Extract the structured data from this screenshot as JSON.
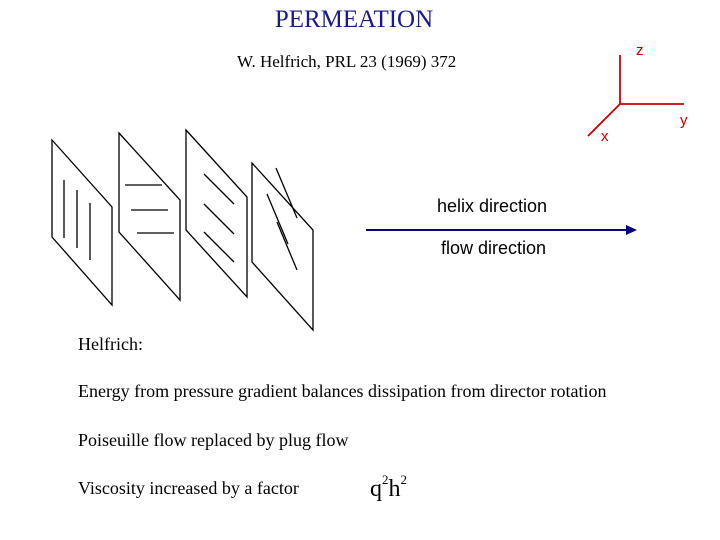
{
  "title": "PERMEATION",
  "citation": "W. Helfrich, PRL 23 (1969) 372",
  "axes": {
    "z": "z",
    "y": "y",
    "x": "x",
    "color": "#cc0000"
  },
  "helix_label": "helix direction",
  "flow_label": "flow direction",
  "body": {
    "heading": "Helfrich:",
    "line1": "Energy from pressure gradient balances dissipation from director rotation",
    "line2": "Poiseuille flow replaced by plug flow",
    "line3": "Viscosity increased by a factor"
  },
  "formula": {
    "base1": "q",
    "exp1": "2",
    "base2": "h",
    "exp2": "2"
  },
  "colors": {
    "title": "#1a1a8c",
    "arrow": "#000080"
  }
}
